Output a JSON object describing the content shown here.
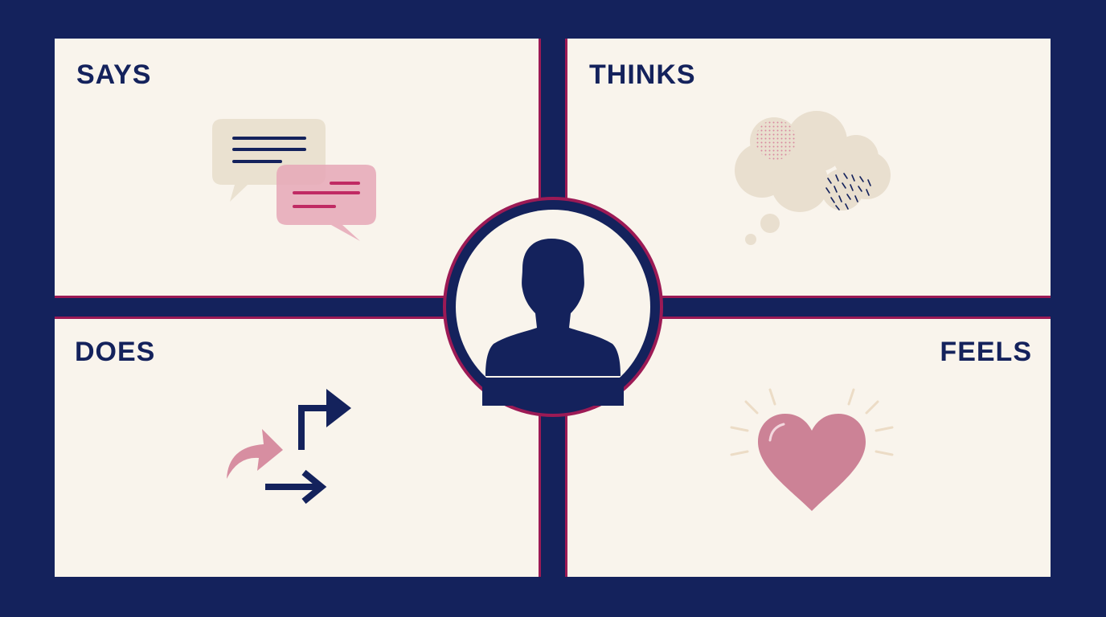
{
  "quadrants": {
    "says": {
      "label": "SAYS",
      "icon": "speech-bubbles-icon"
    },
    "thinks": {
      "label": "THINKS",
      "icon": "thought-cloud-icon"
    },
    "does": {
      "label": "DOES",
      "icon": "arrows-icon"
    },
    "feels": {
      "label": "FEELS",
      "icon": "heart-icon"
    }
  },
  "center": {
    "icon": "person-silhouette-icon"
  },
  "colors": {
    "frame": "#14225c",
    "panel": "#f9f4ec",
    "accent": "#9c1a55",
    "pink": "#cf8598",
    "beige": "#e9dfcf"
  }
}
